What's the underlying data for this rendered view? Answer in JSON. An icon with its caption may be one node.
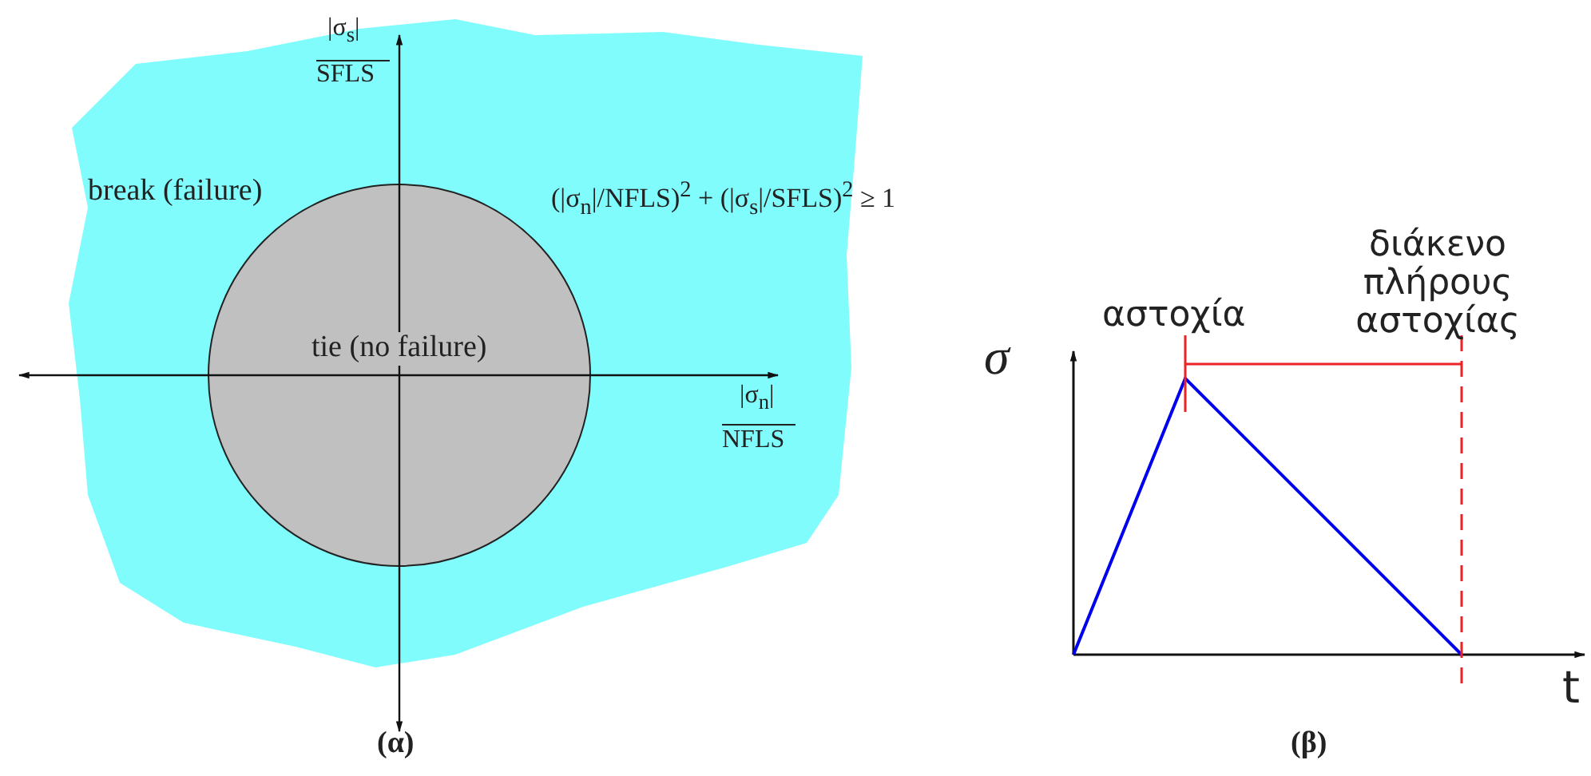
{
  "diagram": {
    "nodes": [
      {
        "text": [
          "break (failure)"
        ]
      },
      {
        "text": [
          "tie (no failure)"
        ],
        "in": 0
      }
    ],
    "labels": [
      "|σ$_{s}$|",
      "SFLS",
      "(|σ$_{n}$|/NFLS)$^{2}$ + (|σ$_{s}$|/SFLS)$^{2}$ ≥ 1",
      "|σ$_{n}$|",
      "NFLS",
      "(α)",
      "σ",
      "αστοχία",
      "διάκενο πλήρους αστοχίας",
      "t",
      "(β)"
    ]
  }
}
